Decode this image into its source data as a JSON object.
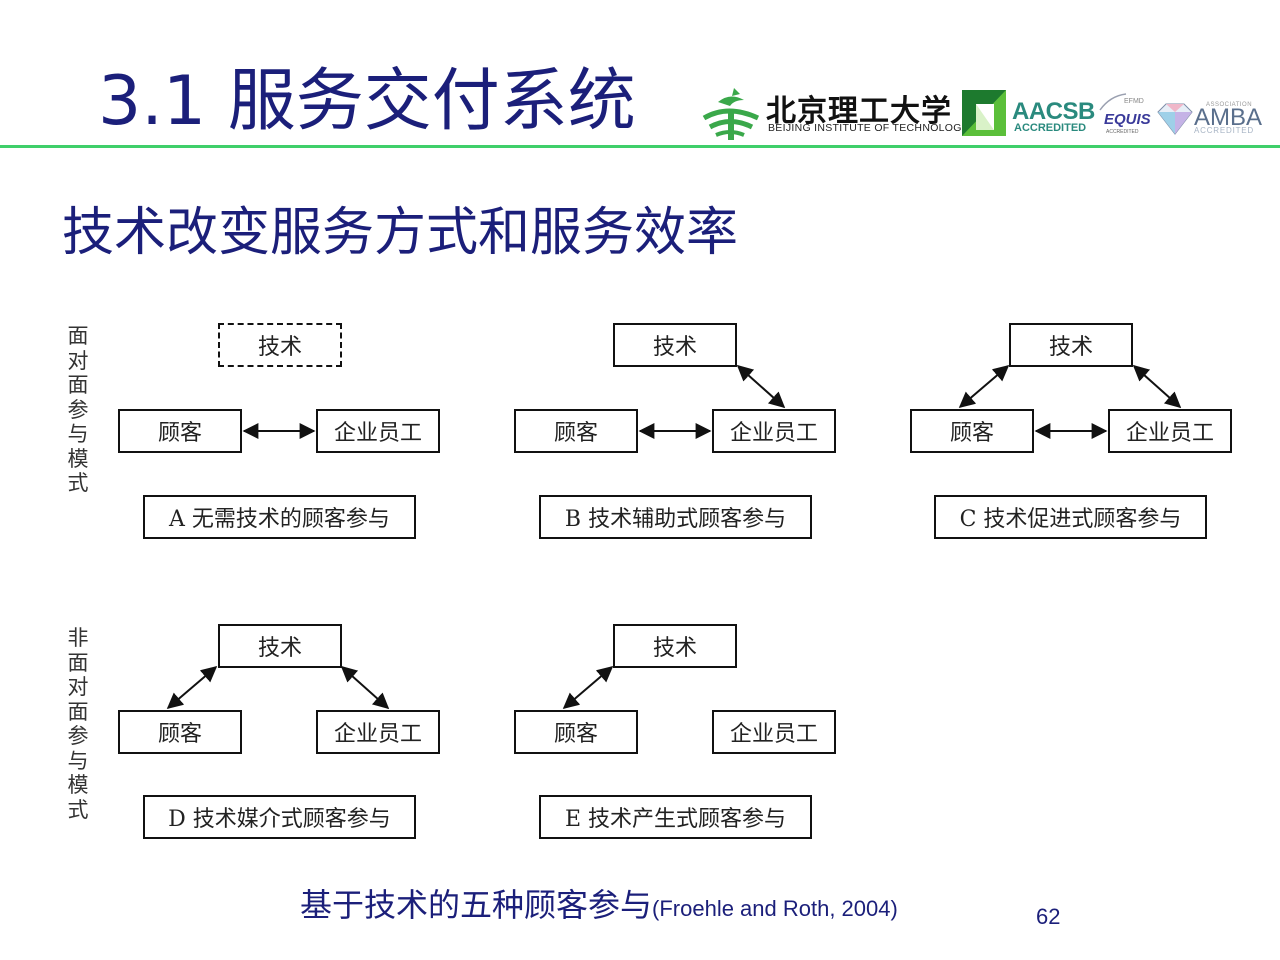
{
  "slide": {
    "title": "3.1 服务交付系统",
    "subtitle": "技术改变服务方式和服务效率",
    "page_number": "62"
  },
  "logos": {
    "bit_cn": "北京理工大学",
    "bit_en": "BEIJING INSTITUTE OF TECHNOLOGY",
    "aacsb": "AACSB",
    "aacsb_sub": "ACCREDITED",
    "efmd": "EFMD",
    "equis": "EQUIS",
    "equis_sub": "ACCREDITED",
    "amba_sub": "ASSOCIATION",
    "amba": "AMBA",
    "amba_acc": "ACCREDITED"
  },
  "diagram": {
    "row_labels": {
      "face_to_face": "面对面参与模式",
      "non_face_to_face": "非面对面参与模式"
    },
    "node_labels": {
      "tech": "技术",
      "customer": "顾客",
      "employee": "企业员工"
    },
    "panels": [
      {
        "id": "A",
        "caption": "A 无需技术的顾客参与"
      },
      {
        "id": "B",
        "caption": "B 技术辅助式顾客参与"
      },
      {
        "id": "C",
        "caption": "C 技术促进式顾客参与"
      },
      {
        "id": "D",
        "caption": "D 技术媒介式顾客参与"
      },
      {
        "id": "E",
        "caption": "E 技术产生式顾客参与"
      }
    ]
  },
  "footer": {
    "main": "基于技术的五种顾客参与",
    "citation": "(Froehle and Roth, 2004)"
  }
}
